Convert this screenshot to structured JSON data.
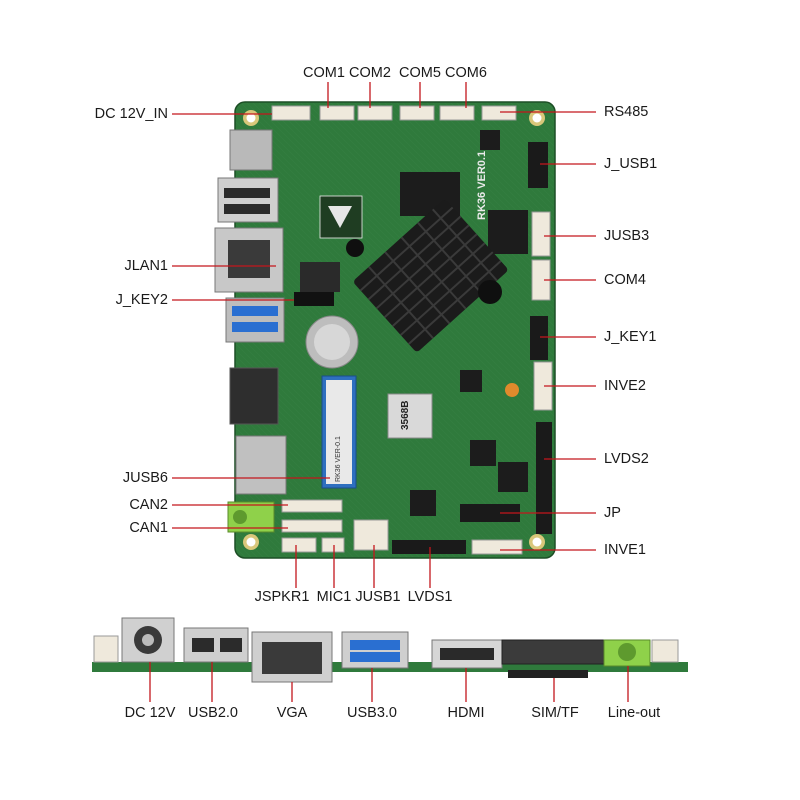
{
  "top_labels": {
    "com1": "COM1",
    "com2": "COM2",
    "com5": "COM5",
    "com6": "COM6"
  },
  "left_labels": {
    "dc_in": "DC 12V_IN",
    "jlan1": "JLAN1",
    "jkey2": "J_KEY2",
    "jusb6": "JUSB6",
    "can2": "CAN2",
    "can1": "CAN1"
  },
  "right_labels": {
    "rs485": "RS485",
    "jusb1": "J_USB1",
    "jusb3": "JUSB3",
    "com4": "COM4",
    "jkey1": "J_KEY1",
    "inve2": "INVE2",
    "lvds2": "LVDS2",
    "jp": "JP",
    "inve1": "INVE1"
  },
  "bottom_board_labels": {
    "jspkr1": "JSPKR1",
    "mic1": "MIC1",
    "jusb1": "JUSB1",
    "lvds1": "LVDS1"
  },
  "io_labels": {
    "dc12v": "DC 12V",
    "usb20": "USB2.0",
    "vga": "VGA",
    "usb30": "USB3.0",
    "hdmi": "HDMI",
    "simtf": "SIM/TF",
    "lineout": "Line-out"
  },
  "silkscreen": {
    "board_name": "RK36 VER0.1",
    "chip_mark": "3568B",
    "module_name": "RK36 VER-0.1"
  },
  "colors": {
    "pcb": "#2f7a3c",
    "pcb_dark": "#1f5a2a",
    "leader": "#c4161c",
    "heatsink": "#1b1b1b",
    "metal": "#c9c9c9",
    "usb3_blue": "#2a6fd1",
    "audio_green": "#8fd14a"
  }
}
